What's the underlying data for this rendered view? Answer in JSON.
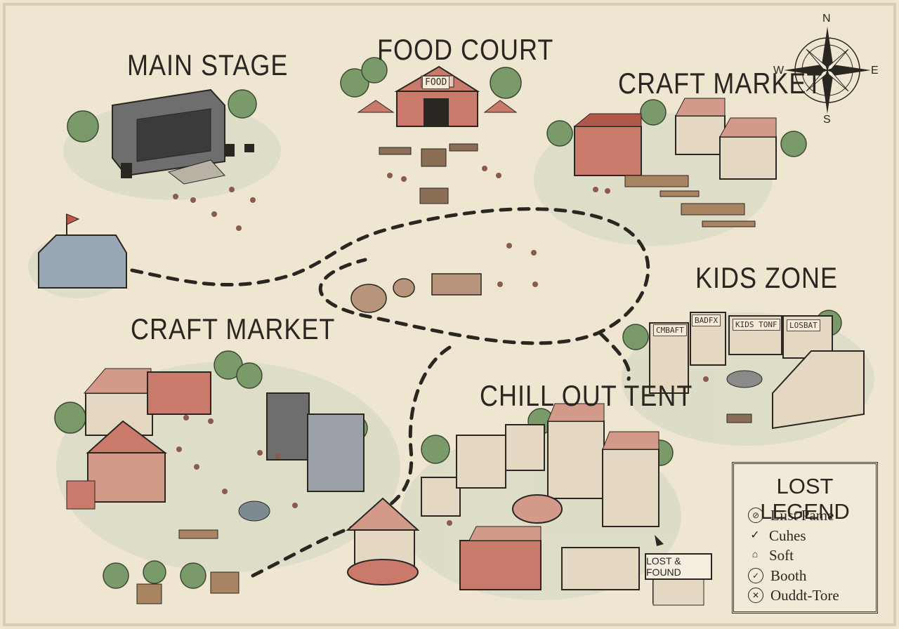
{
  "map": {
    "zones": {
      "main_stage": "MAIN STAGE",
      "food_court": "FOOD COURT",
      "craft_market_top": "CRAFT MARKET",
      "craft_market_left": "CRAFT MARKET",
      "kids_zone": "KIDS ZONE",
      "chill_out_tent": "CHILL OUT TENT"
    },
    "signs": {
      "food_tent": "FOOD",
      "kids_booth_1": "CMBAFT",
      "kids_booth_2": "BADFX",
      "kids_booth_3": "KIDS TONF",
      "kids_booth_4": "LOSBAT",
      "lost_found": "LOST & FOUND"
    },
    "compass": {
      "n": "N",
      "e": "E",
      "s": "S",
      "w": "W"
    },
    "legend": {
      "title": "LOST LEGEND",
      "items": [
        {
          "label": "Lïist Pame",
          "icon": "crossed-circle-icon"
        },
        {
          "label": "Cuhes",
          "icon": "check-icon"
        },
        {
          "label": "Soft",
          "icon": "candle-icon"
        },
        {
          "label": "Booth",
          "icon": "check-circle-icon"
        },
        {
          "label": "Ouddt-Tore",
          "icon": "cross-circle-icon"
        }
      ]
    },
    "colors": {
      "paper": "#efe6d2",
      "grass": "#d9dcc6",
      "tree": "#7a9a6a",
      "tent_red": "#c97a6a",
      "stone": "#6e6e6e",
      "ink": "#2a2622"
    }
  }
}
